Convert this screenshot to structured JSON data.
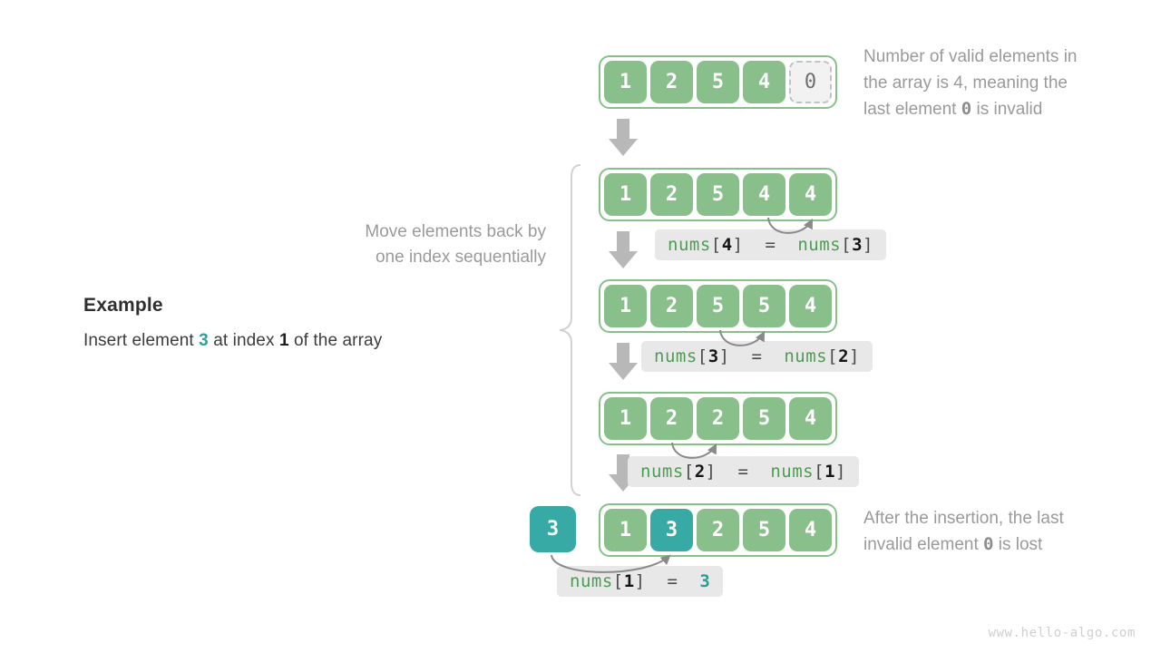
{
  "page": {
    "watermark": "www.hello-algo.com",
    "background": "#ffffff",
    "accent_green": "#88bf8a",
    "accent_teal": "#37aaa6",
    "border_green": "#88c08a",
    "arrow_gray": "#b8b8b8",
    "note_gray": "#9a9a9a"
  },
  "example": {
    "title": "Example",
    "desc_prefix": "Insert element ",
    "desc_value": "3",
    "desc_middle": " at index ",
    "desc_index": "1",
    "desc_suffix": " of the array"
  },
  "move_caption": {
    "line1": "Move elements back by",
    "line2": "one index sequentially"
  },
  "notes": {
    "top": {
      "line1": "Number of valid elements in",
      "line2": "the array is 4, meaning the",
      "line3_prefix": "last element ",
      "line3_value": "0",
      "line3_suffix": " is invalid"
    },
    "bottom": {
      "line1": "After the insertion, the last",
      "line2_prefix": "invalid element ",
      "line2_value": "0",
      "line2_suffix": " is lost"
    }
  },
  "steps": [
    {
      "id": "step-0",
      "cells": [
        {
          "value": "1",
          "style": "green"
        },
        {
          "value": "2",
          "style": "green"
        },
        {
          "value": "5",
          "style": "green"
        },
        {
          "value": "4",
          "style": "green"
        },
        {
          "value": "0",
          "style": "empty"
        }
      ],
      "code": null
    },
    {
      "id": "step-1",
      "cells": [
        {
          "value": "1",
          "style": "green"
        },
        {
          "value": "2",
          "style": "green"
        },
        {
          "value": "5",
          "style": "green"
        },
        {
          "value": "4",
          "style": "green"
        },
        {
          "value": "4",
          "style": "green"
        }
      ],
      "code": {
        "lhs_name": "nums",
        "lhs_index": "4",
        "op": "=",
        "rhs_name": "nums",
        "rhs_index": "3"
      }
    },
    {
      "id": "step-2",
      "cells": [
        {
          "value": "1",
          "style": "green"
        },
        {
          "value": "2",
          "style": "green"
        },
        {
          "value": "5",
          "style": "green"
        },
        {
          "value": "5",
          "style": "green"
        },
        {
          "value": "4",
          "style": "green"
        }
      ],
      "code": {
        "lhs_name": "nums",
        "lhs_index": "3",
        "op": "=",
        "rhs_name": "nums",
        "rhs_index": "2"
      }
    },
    {
      "id": "step-3",
      "cells": [
        {
          "value": "1",
          "style": "green"
        },
        {
          "value": "2",
          "style": "green"
        },
        {
          "value": "2",
          "style": "green"
        },
        {
          "value": "5",
          "style": "green"
        },
        {
          "value": "4",
          "style": "green"
        }
      ],
      "code": {
        "lhs_name": "nums",
        "lhs_index": "2",
        "op": "=",
        "rhs_name": "nums",
        "rhs_index": "1"
      }
    },
    {
      "id": "step-4",
      "inserted_value": "3",
      "cells": [
        {
          "value": "1",
          "style": "green"
        },
        {
          "value": "3",
          "style": "teal"
        },
        {
          "value": "2",
          "style": "green"
        },
        {
          "value": "5",
          "style": "green"
        },
        {
          "value": "4",
          "style": "green"
        }
      ],
      "code": {
        "lhs_name": "nums",
        "lhs_index": "1",
        "op": "=",
        "rhs_value": "3"
      }
    }
  ]
}
